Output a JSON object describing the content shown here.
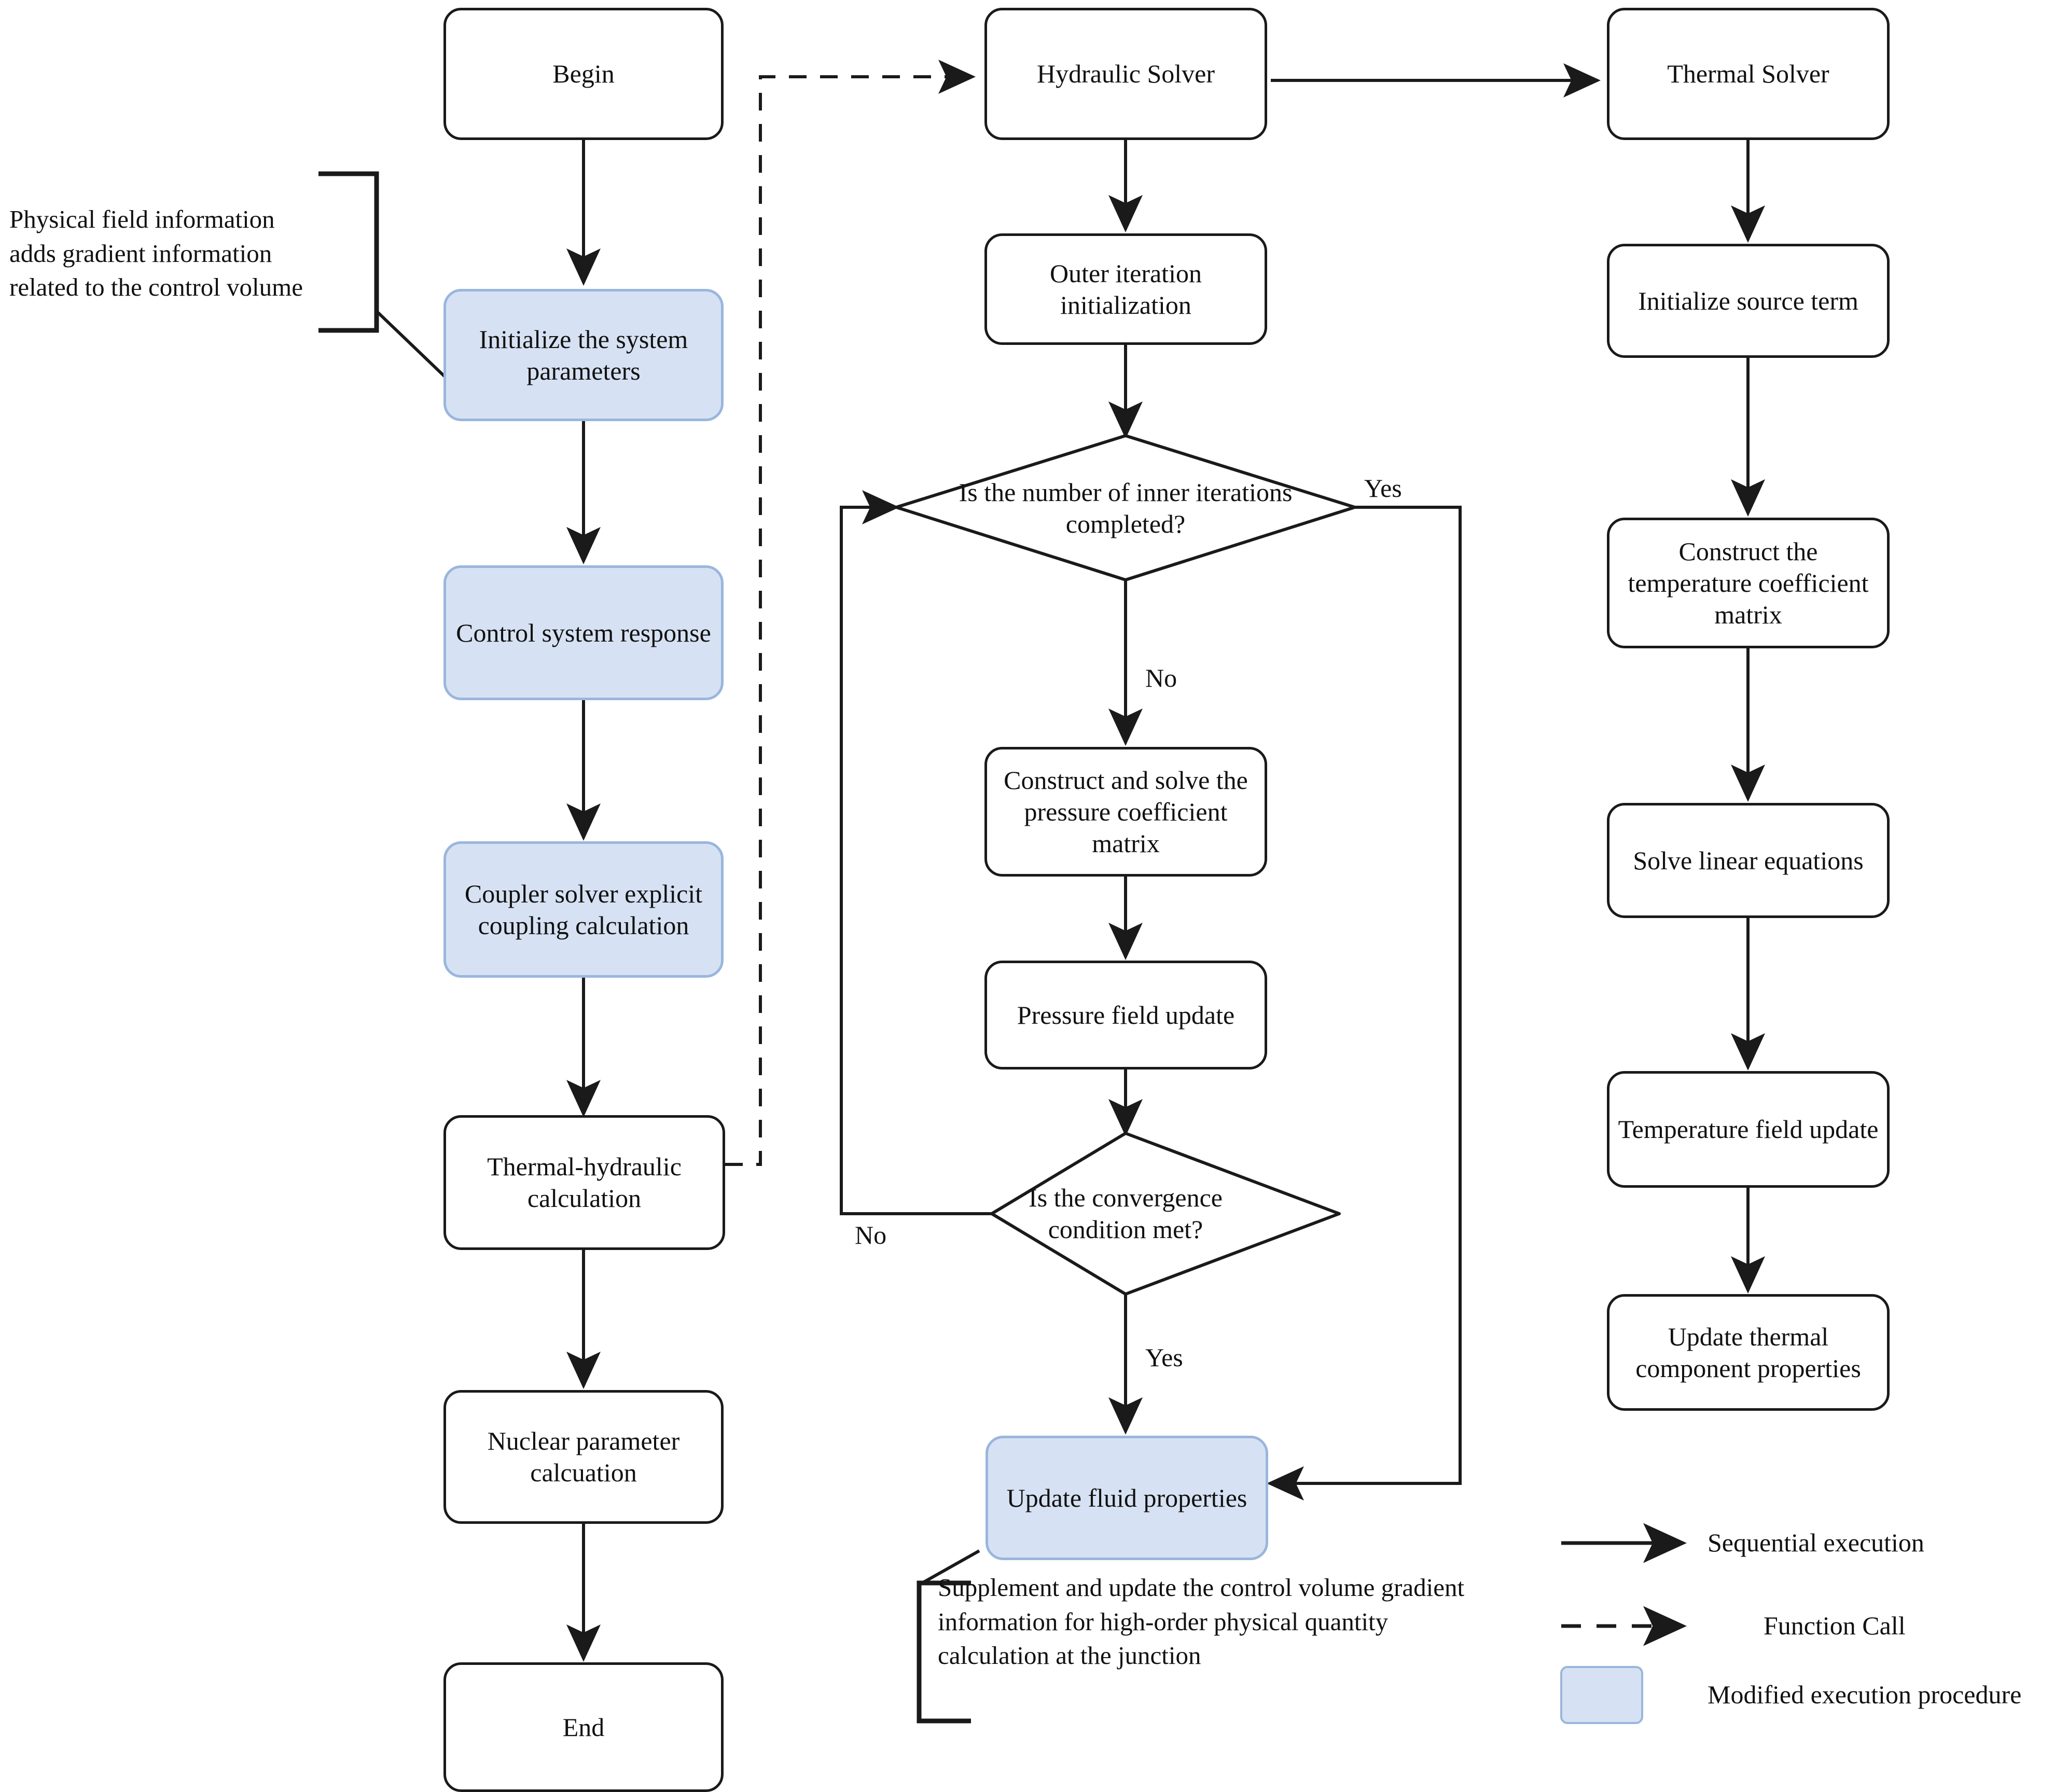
{
  "theme": {
    "modified_fill": "#d6e2f3",
    "modified_stroke": "#9ab6dd",
    "line_color": "#1a1a1a",
    "background": "#ffffff"
  },
  "left_column": {
    "nodes": [
      {
        "id": "begin",
        "label": "Begin",
        "style": "plain"
      },
      {
        "id": "init",
        "label": "Initialize the system parameters",
        "style": "modified"
      },
      {
        "id": "control",
        "label": "Control system response",
        "style": "modified"
      },
      {
        "id": "coupler",
        "label": "Coupler solver explicit coupling calculation",
        "style": "modified"
      },
      {
        "id": "thermo",
        "label": "Thermal-hydraulic calculation",
        "style": "plain"
      },
      {
        "id": "nuclear",
        "label": "Nuclear parameter calcuation",
        "style": "plain"
      },
      {
        "id": "end",
        "label": "End",
        "style": "plain"
      }
    ],
    "annotation": "Physical field information adds gradient information related to the control volume"
  },
  "middle_column": {
    "nodes": [
      {
        "id": "hydraulic",
        "label": "Hydraulic Solver",
        "style": "plain"
      },
      {
        "id": "outer",
        "label": "Outer iteration initialization",
        "style": "plain"
      },
      {
        "id": "d_inner",
        "label": "Is the number of inner iterations completed?",
        "style": "decision"
      },
      {
        "id": "pmatrix",
        "label": "Construct and solve the pressure coefficient matrix",
        "style": "plain"
      },
      {
        "id": "pupdate",
        "label": "Pressure field update",
        "style": "plain"
      },
      {
        "id": "d_conv",
        "label": "Is the convergence condition met?",
        "style": "decision"
      },
      {
        "id": "fluid",
        "label": "Update fluid properties",
        "style": "modified"
      }
    ],
    "annotation": "Supplement and update the control volume gradient information for high-order physical quantity calculation at the junction",
    "edge_labels": {
      "inner_yes": "Yes",
      "inner_no": "No",
      "conv_no": "No",
      "conv_yes": "Yes"
    }
  },
  "right_column": {
    "nodes": [
      {
        "id": "thermal",
        "label": "Thermal Solver",
        "style": "plain"
      },
      {
        "id": "source",
        "label": "Initialize source term",
        "style": "plain"
      },
      {
        "id": "tmatrix",
        "label": "Construct the temperature coefficient matrix",
        "style": "plain"
      },
      {
        "id": "linear",
        "label": "Solve linear equations",
        "style": "plain"
      },
      {
        "id": "tupdate",
        "label": "Temperature field update",
        "style": "plain"
      },
      {
        "id": "props",
        "label": "Update thermal component properties",
        "style": "plain"
      }
    ]
  },
  "legend": {
    "items": [
      {
        "id": "sequential",
        "marker": "solid-arrow-icon",
        "label": "Sequential execution"
      },
      {
        "id": "function",
        "marker": "dashed-arrow-icon",
        "label": "Function Call"
      },
      {
        "id": "modified",
        "marker": "blue-box-swatch",
        "label": "Modified execution procedure"
      }
    ]
  }
}
